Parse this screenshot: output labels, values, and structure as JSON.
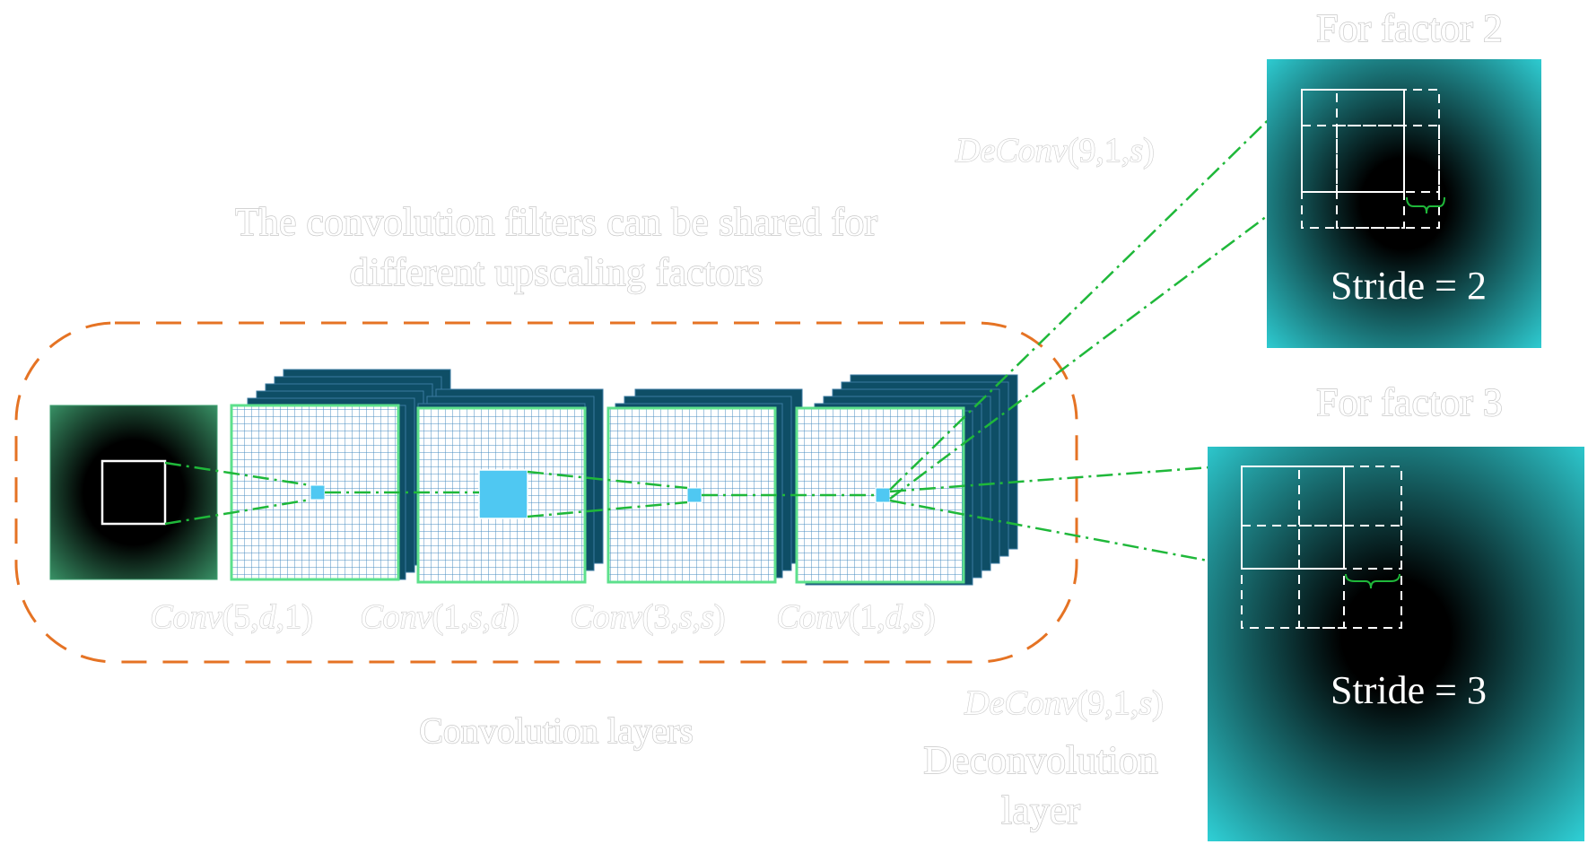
{
  "title_lines": [
    "The convolution filters can be shared for",
    "different upscaling factors"
  ],
  "conv_labels": [
    {
      "name": "Conv",
      "args": [
        {
          "text": "5",
          "italic": false
        },
        {
          "text": "d",
          "italic": true
        },
        {
          "text": "1",
          "italic": false
        }
      ]
    },
    {
      "name": "Conv",
      "args": [
        {
          "text": "1",
          "italic": false
        },
        {
          "text": "s",
          "italic": true
        },
        {
          "text": "d",
          "italic": true
        }
      ]
    },
    {
      "name": "Conv",
      "args": [
        {
          "text": "3",
          "italic": false
        },
        {
          "text": "s",
          "italic": true
        },
        {
          "text": "s",
          "italic": true
        }
      ]
    },
    {
      "name": "Conv",
      "args": [
        {
          "text": "1",
          "italic": false
        },
        {
          "text": "d",
          "italic": true
        },
        {
          "text": "s",
          "italic": true
        }
      ]
    }
  ],
  "deconv_label": {
    "name": "DeConv",
    "args": [
      {
        "text": "9",
        "italic": false
      },
      {
        "text": "1",
        "italic": false
      },
      {
        "text": "s",
        "italic": true
      }
    ]
  },
  "conv_layers_label": "Convolution layers",
  "deconv_layer_lines": [
    "Deconvolution",
    "layer"
  ],
  "factor2": {
    "title": "For factor 2",
    "stride_text": "Stride = 2"
  },
  "factor3": {
    "title": "For factor 3",
    "stride_text": "Stride = 3"
  },
  "colors": {
    "orange_dash": "#e57324",
    "green_dashdot": "#1fb83a",
    "dark_teal": "#0e4e66",
    "grid_line": "#4a8cc0",
    "grid_border": "#5de08c",
    "cyan_square": "#4fc8f2",
    "teal_bright": "#2fd0d6",
    "input_edge": "#3ea070"
  }
}
